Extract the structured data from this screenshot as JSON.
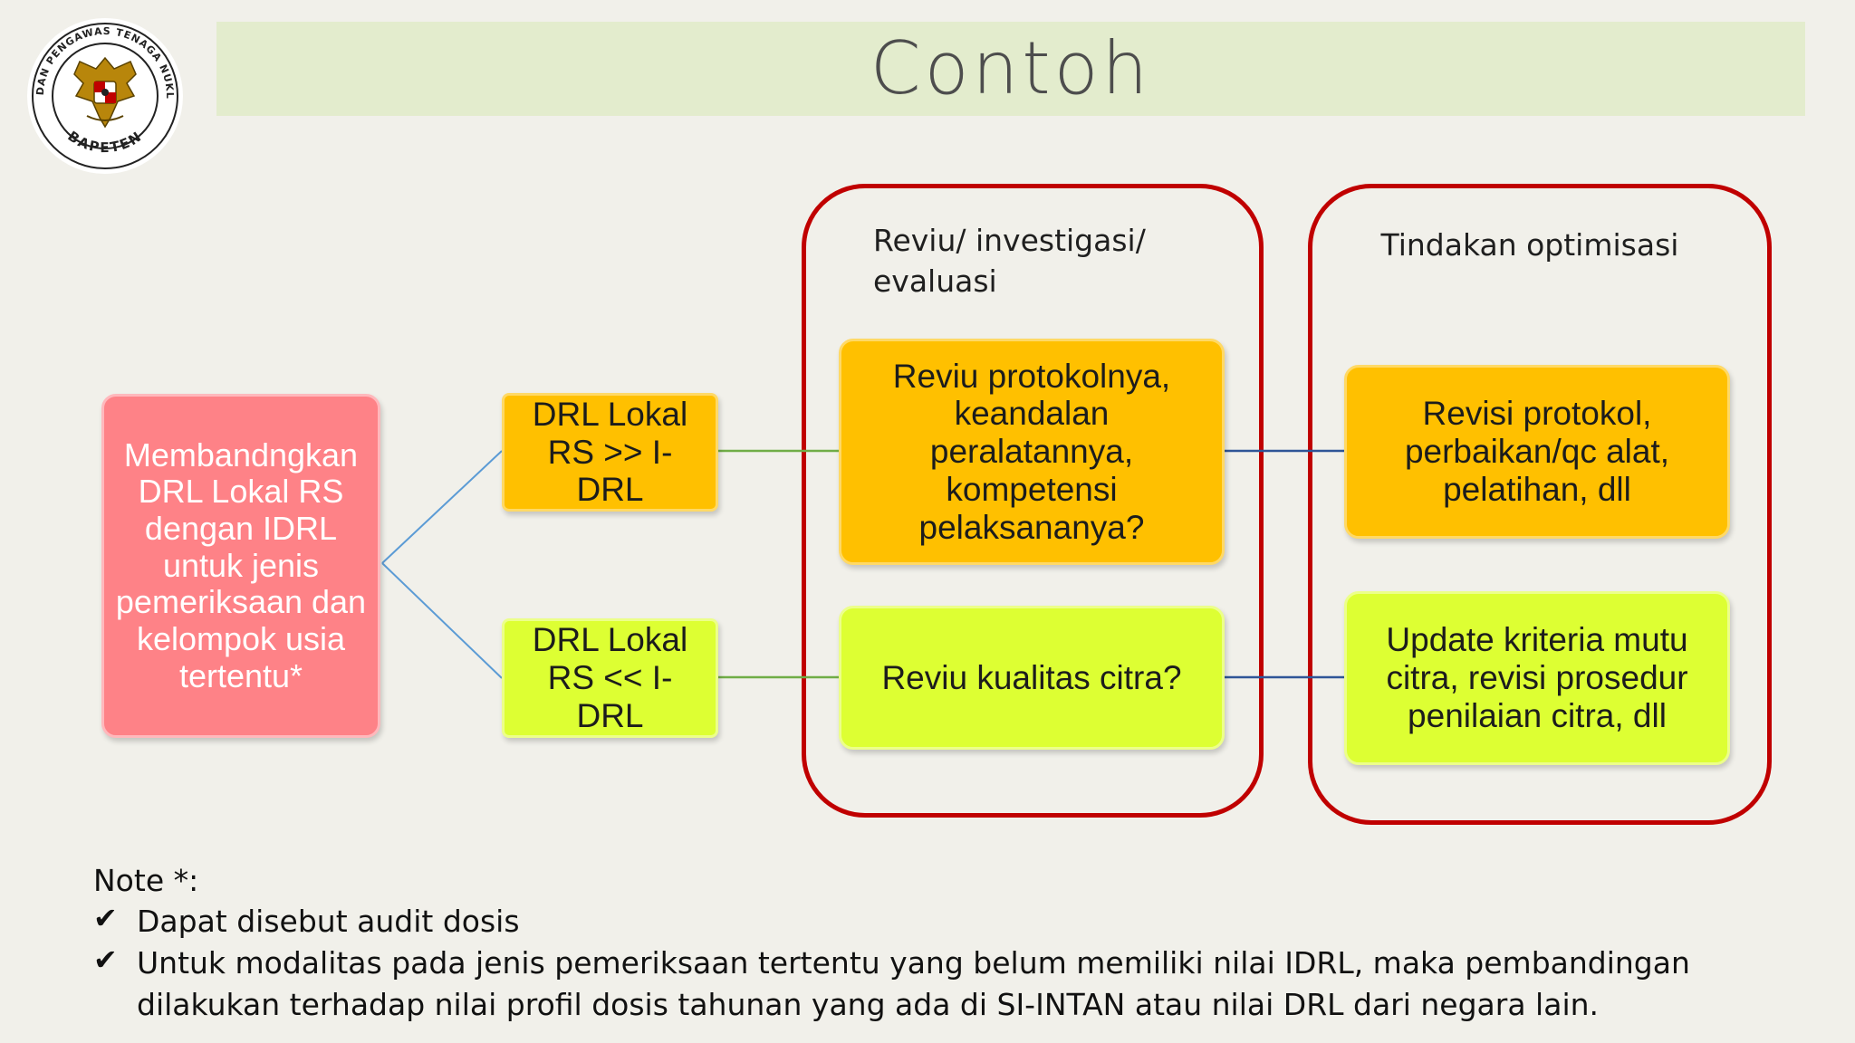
{
  "header": {
    "title": "Contoh",
    "logo": {
      "top_text": "BADAN PENGAWAS TENAGA NUKLIR",
      "bottom_text": "BAPETEN"
    }
  },
  "diagram": {
    "start": "Membandngkan DRL Lokal RS dengan IDRL untuk jenis pemeriksaan dan kelompok usia tertentu*",
    "cond_high": "DRL Lokal RS >> I-DRL",
    "cond_low": "DRL Lokal RS << I-DRL",
    "review_group_label": "Reviu/ investigasi/ evaluasi",
    "action_group_label": "Tindakan optimisasi",
    "review_high": "Reviu protokolnya, keandalan peralatannya, kompetensi pelaksananya?",
    "review_low": "Reviu kualitas citra?",
    "action_high": "Revisi protokol, perbaikan/qc alat, pelatihan, dll",
    "action_low": "Update kriteria mutu citra, revisi prosedur penilaian citra, dll"
  },
  "note": {
    "heading": "Note *:",
    "items": [
      "Dapat disebut audit dosis",
      "Untuk modalitas pada jenis pemeriksaan tertentu yang belum memiliki nilai IDRL, maka pembandingan dilakukan terhadap nilai profil dosis tahunan yang ada di SI-INTAN atau nilai DRL dari negara lain."
    ]
  },
  "colors": {
    "title_bar": "#e3eccd",
    "pink": "#fe8287",
    "orange": "#ffc000",
    "lime": "#ddff33",
    "group_border": "#c00000",
    "line_blue": "#5b9bd5",
    "line_green": "#70ad47",
    "line_navy": "#2f5597"
  }
}
